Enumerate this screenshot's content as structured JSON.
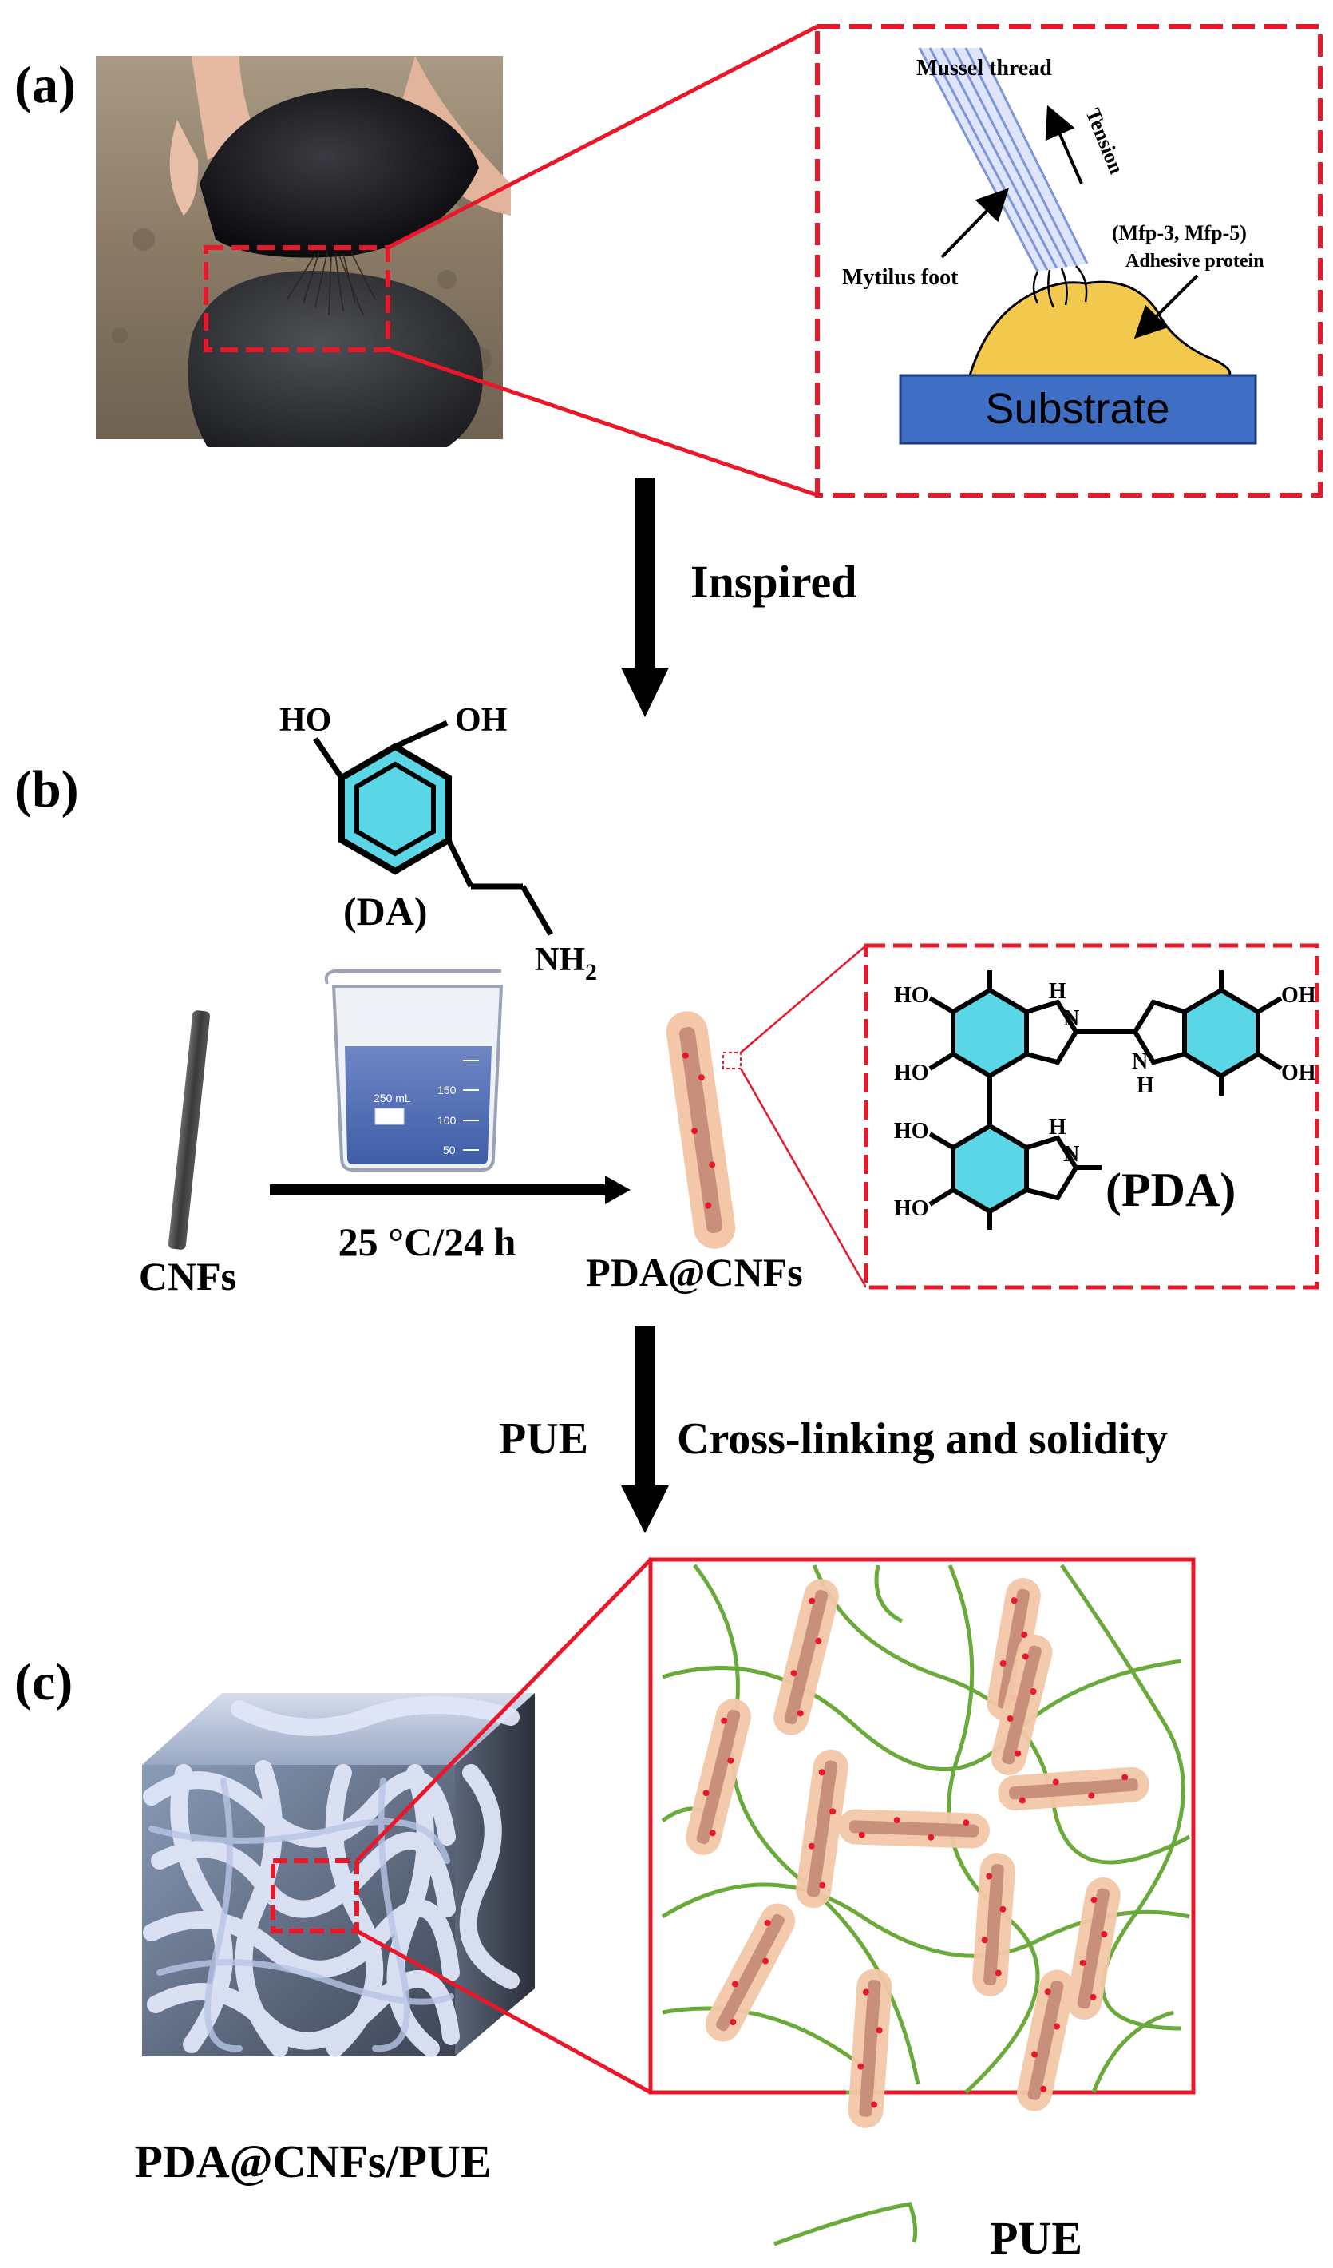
{
  "panels": {
    "a": {
      "label": "(a)",
      "zoom": {
        "thread_label": "Mussel thread",
        "tension_label": "Tension",
        "foot_label": "Mytilus foot",
        "protein_name_label": "(Mfp-3, Mfp-5)",
        "protein_label": "Adhesive protein",
        "substrate_label": "Substrate"
      }
    },
    "arrow1": {
      "label": "Inspired"
    },
    "b": {
      "label": "(b)",
      "dopamine": {
        "ho_left": "HO",
        "oh_right": "OH",
        "abbrev": "(DA)",
        "amine": "NH",
        "amine_sub": "2"
      },
      "beaker_label": "250 mL",
      "beaker_ticks": [
        "150",
        "100",
        "50"
      ],
      "reaction_condition": "25 °C/24 h",
      "start_label": "CNFs",
      "product_label": "PDA@CNFs",
      "pda": {
        "abbrev": "(PDA)",
        "ho": "HO",
        "oh": "OH",
        "nh": "H",
        "n": "N"
      }
    },
    "arrow2": {
      "left_label": "PUE",
      "right_label": "Cross-linking and solidity"
    },
    "c": {
      "label": "(c)",
      "composite_label": "PDA@CNFs/PUE",
      "legend_label": "PUE"
    }
  },
  "colors": {
    "highlight_red": "#e8182a",
    "substrate_blue": "#3f6fc4",
    "protein_yellow": "#f2c94c",
    "fiber_orange": "#f3c7a8",
    "fiber_core": "#c8907a",
    "pue_green": "#6aaa3a",
    "ring_cyan": "#5ad6e6",
    "thread_blue": "#b9c6ef"
  }
}
